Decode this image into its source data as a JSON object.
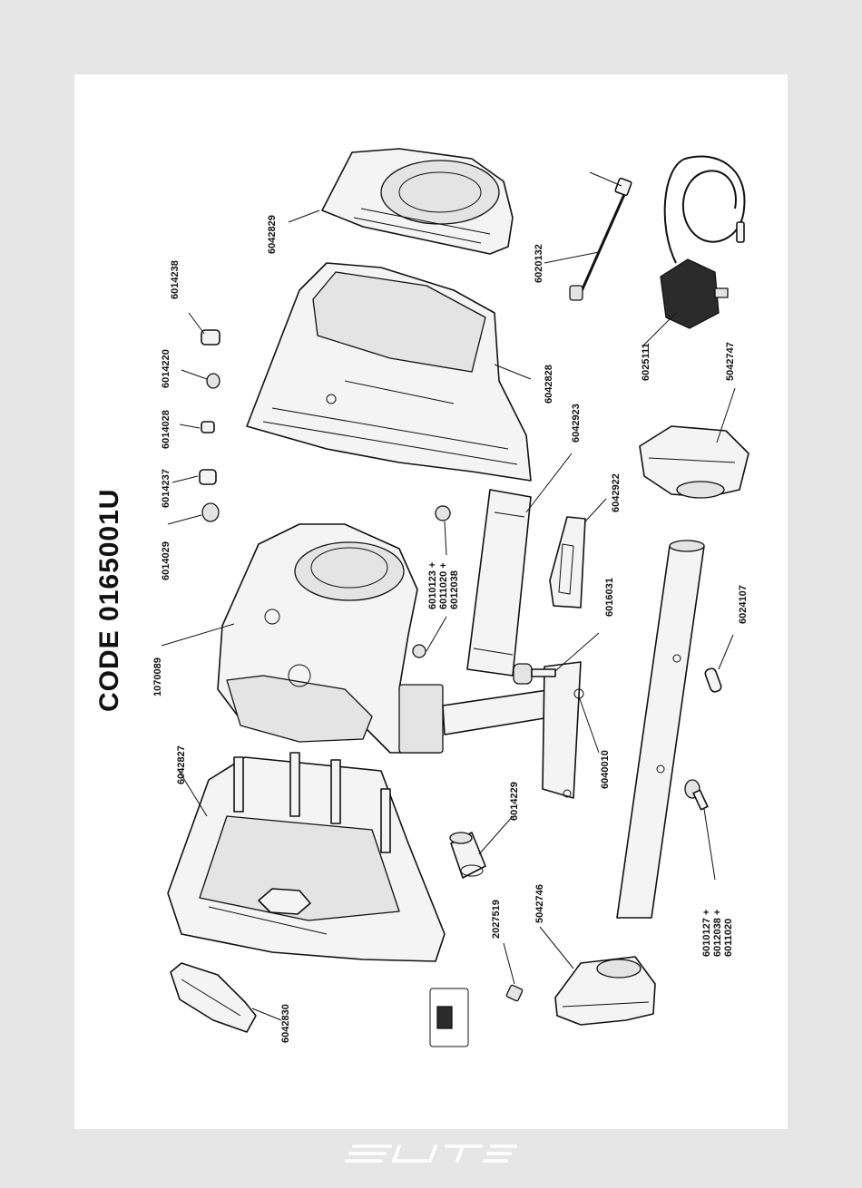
{
  "document_code": "CODE 0165001U",
  "brand_logo": "ELITE",
  "part_numbers": {
    "p6042829": "6042829",
    "p6042828": "6042828",
    "p6042827": "6042827",
    "p6042830": "6042830",
    "p6042923": "6042923",
    "p6042922": "6042922",
    "p6020132": "6020132",
    "p6025111": "6025111",
    "p5042747": "5042747",
    "p5042746": "5042746",
    "p6014238": "6014238",
    "p6014220": "6014220",
    "p6014028": "6014028",
    "p6014237": "6014237",
    "p6014029": "6014029",
    "p1070089": "1070089",
    "p6016031": "6016031",
    "p6024107": "6024107",
    "p6040010": "6040010",
    "p6014229": "6014229",
    "p2027519": "2027519",
    "combo_a_line1": "6010123 +",
    "combo_a_line2": "6011020 +",
    "combo_a_line3": "6012038",
    "combo_b_line1": "6010127 +",
    "combo_b_line2": "6012038 +",
    "combo_b_line3": "6011020"
  },
  "colors": {
    "page_bg": "#e6e6e6",
    "sheet_bg": "#ffffff",
    "ink": "#111111"
  }
}
